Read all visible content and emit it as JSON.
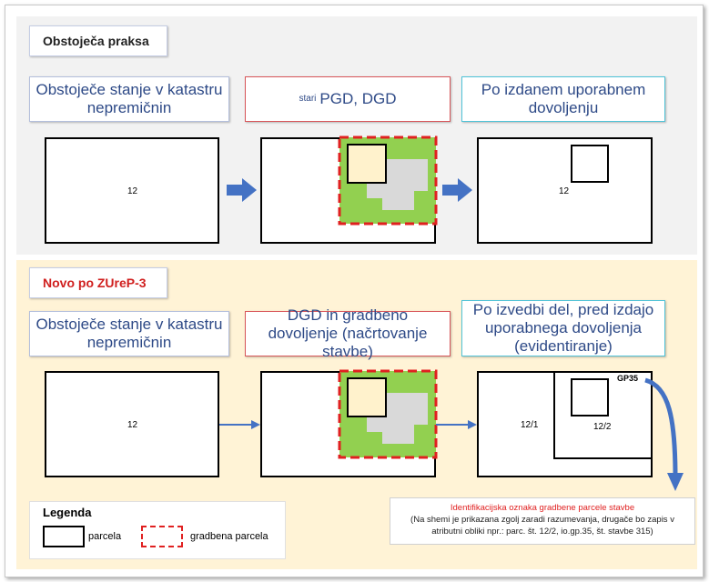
{
  "top_section": {
    "title": "Obstoječa praksa",
    "stage1": "Obstoječe stanje v katastru nepremičnin",
    "stage2_small": "stari",
    "stage2_main": "PGD, DGD",
    "stage3": "Po izdanem uporabnem dovoljenju",
    "parcel_label_1": "12",
    "parcel_label_3": "12"
  },
  "bottom_section": {
    "title": "Novo po ZUreP-3",
    "stage1": "Obstoječe stanje v katastru nepremičnin",
    "stage2": "DGD in gradbeno dovoljenje (načrtovanje stavbe)",
    "stage3": "Po izvedbi del, pred izdajo uporabnega dovoljenja (evidentiranje)",
    "parcel_label_1": "12",
    "parcel_label_a": "12/1",
    "parcel_label_b": "12/2",
    "gp_label": "GP35"
  },
  "legend": {
    "title": "Legenda",
    "parcel": "parcela",
    "building_parcel": "gradbena parcela"
  },
  "identification": {
    "title": "Identifikacijska oznaka gradbene parcele stavbe",
    "note": "(Na shemi je prikazana zgolj zaradi razumevanja, drugače bo zapis v atributni obliki npr.: parc. št. 12/2, io.gp.35, št. stavbe 315)"
  },
  "colors": {
    "arrow_blue": "#4472c4",
    "building_green": "#92d050",
    "building_grey": "#d9d9d9",
    "building_yellow": "#fff2cc",
    "dashed_red": "#e02020"
  }
}
